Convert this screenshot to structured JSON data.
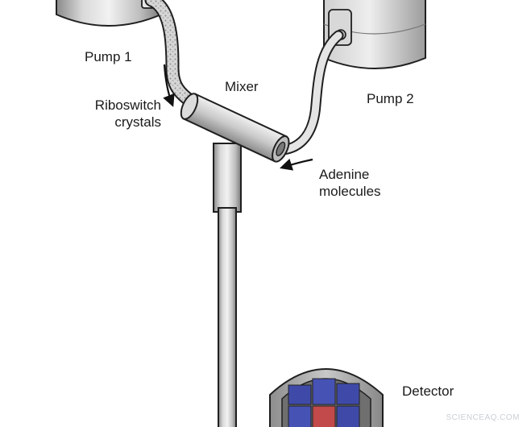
{
  "labels": {
    "pump1": "Pump 1",
    "pump2": "Pump 2",
    "mixer": "Mixer",
    "riboswitch": [
      "Riboswitch",
      "crystals"
    ],
    "adenine": [
      "Adenine",
      "molecules"
    ],
    "detector": "Detector"
  },
  "watermark": "SCIENCEAQ.COM",
  "colors": {
    "cylinder_light": "#e3e3e3",
    "cylinder_mid": "#b9b9b9",
    "cylinder_dark": "#7f7f7f",
    "outline": "#1f1f1f",
    "tube": "#dcdcdc",
    "crystal_speck": "#9a9a9a",
    "panel_blue": "#3f4aa8",
    "panel_red": "#c24a4a",
    "arrow": "#111111"
  },
  "icons": {
    "arrow_pump1": "curved-arrow-down",
    "arrow_adenine": "curved-arrow-left"
  }
}
